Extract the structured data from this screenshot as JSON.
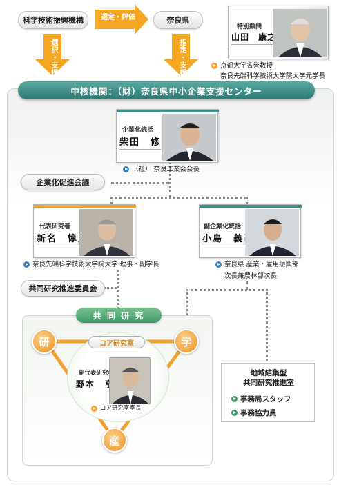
{
  "top": {
    "jst": "科学技術振興機構",
    "arrow_label": "選定・評価",
    "nara": "奈良県",
    "left_down": "選択・支援",
    "right_down": "指定・支援"
  },
  "advisor": {
    "title": "特別顧問",
    "name": "山田　康之",
    "line1": "京都大学名誉教授",
    "line2": "奈良先端科学技術大学院大学元学長"
  },
  "core_org": "中核機関：（財）奈良県中小企業支援センター",
  "director": {
    "title": "企業化統括",
    "name": "柴田　修",
    "caption": "（社） 奈良工業会会長"
  },
  "promotion_meeting": "企業化促進会議",
  "rep": {
    "title": "代表研究者",
    "name": "新名　惇彦",
    "caption": "奈良先端科学技術大学院大学 理事・副学長"
  },
  "vice_director": {
    "title": "副企業化統括",
    "name": "小島　義己",
    "caption1": "奈良県 産業・雇用振興部",
    "caption2": "次長兼農林部次長"
  },
  "joint_committee": "共同研究推進委員会",
  "joint_research": "共 同 研 究",
  "nodes": {
    "ken": "研",
    "gaku": "学",
    "san": "産"
  },
  "core_lab": {
    "label": "コア研究室",
    "title": "副代表研究者",
    "name": "野本　享資",
    "caption": "コア研究室室長"
  },
  "regional": {
    "line1": "地域結集型",
    "line2": "共同研究推進室",
    "item1": "事務局スタッフ",
    "item2": "事務協力員"
  },
  "colors": {
    "teal": "#3f8f88",
    "orange": "#f0a030",
    "green": "#3d9a6a"
  }
}
